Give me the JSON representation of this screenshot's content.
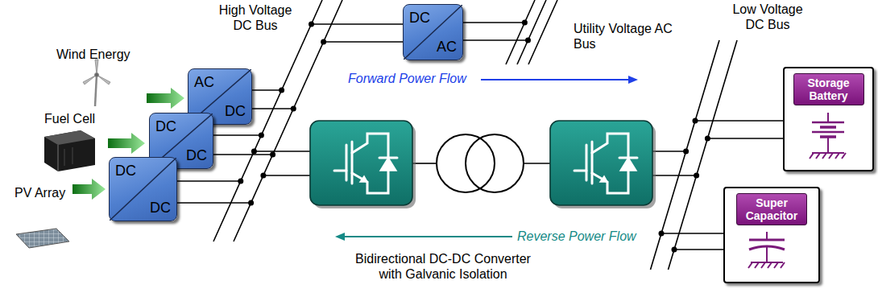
{
  "diagram": {
    "nodes": [
      {
        "text": [
          "AC",
          "DC"
        ]
      },
      {
        "text": [
          "DC",
          "DC"
        ]
      },
      {
        "text": [
          "DC",
          "DC"
        ]
      },
      {
        "text": [
          "DC",
          "AC"
        ]
      },
      {
        "text": [
          "Storage Battery"
        ]
      },
      {
        "text": [
          "Super Capacitor"
        ]
      }
    ],
    "labels": [
      "Wind Energy",
      "Fuel Cell",
      "PV Array",
      "High Voltage DC Bus",
      "Utility Voltage AC Bus",
      "Low Voltage DC Bus",
      "Forward Power Flow",
      "Reverse Power Flow",
      "Bidirectional DC-DC Converter with Galvanic Isolation"
    ]
  }
}
